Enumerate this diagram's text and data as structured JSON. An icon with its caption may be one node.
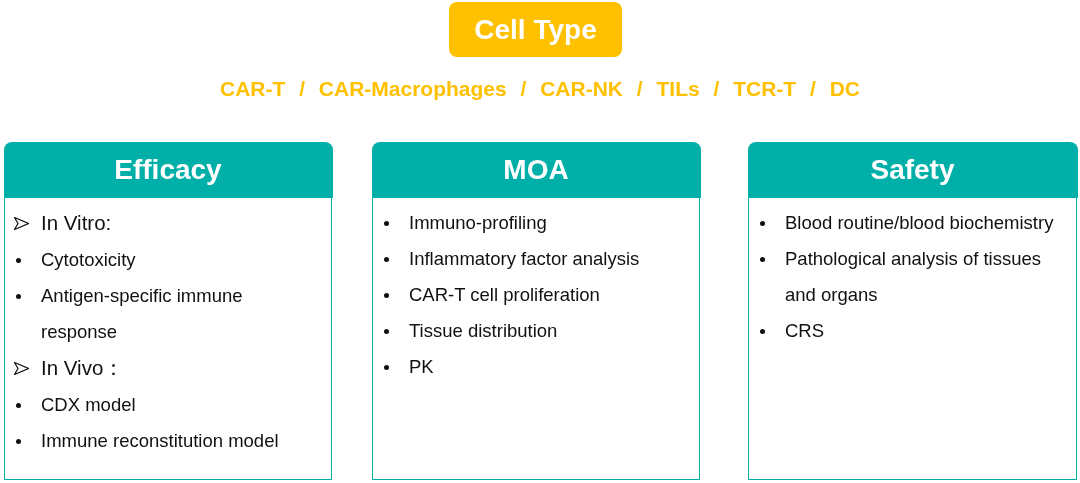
{
  "diagram": {
    "nodes": [
      {
        "text": [
          "Cell Type"
        ]
      },
      {
        "text": [
          "Efficacy",
          "In Vitro:",
          "Cytotoxicity",
          "Antigen-specific immune response",
          "In Vivo：",
          "CDX model",
          "Immune reconstitution model"
        ]
      },
      {
        "text": [
          "MOA",
          "Immuno-profiling",
          "Inflammatory factor analysis",
          "CAR-T cell proliferation",
          "Tissue distribution",
          "PK"
        ]
      },
      {
        "text": [
          "Safety",
          "Blood routine/blood biochemistry",
          "Pathological analysis of tissues and organs",
          "CRS"
        ]
      }
    ],
    "labels": [
      "CAR-T / CAR-Macrophages / CAR-NK / TILs / TCR-T / DC"
    ]
  }
}
